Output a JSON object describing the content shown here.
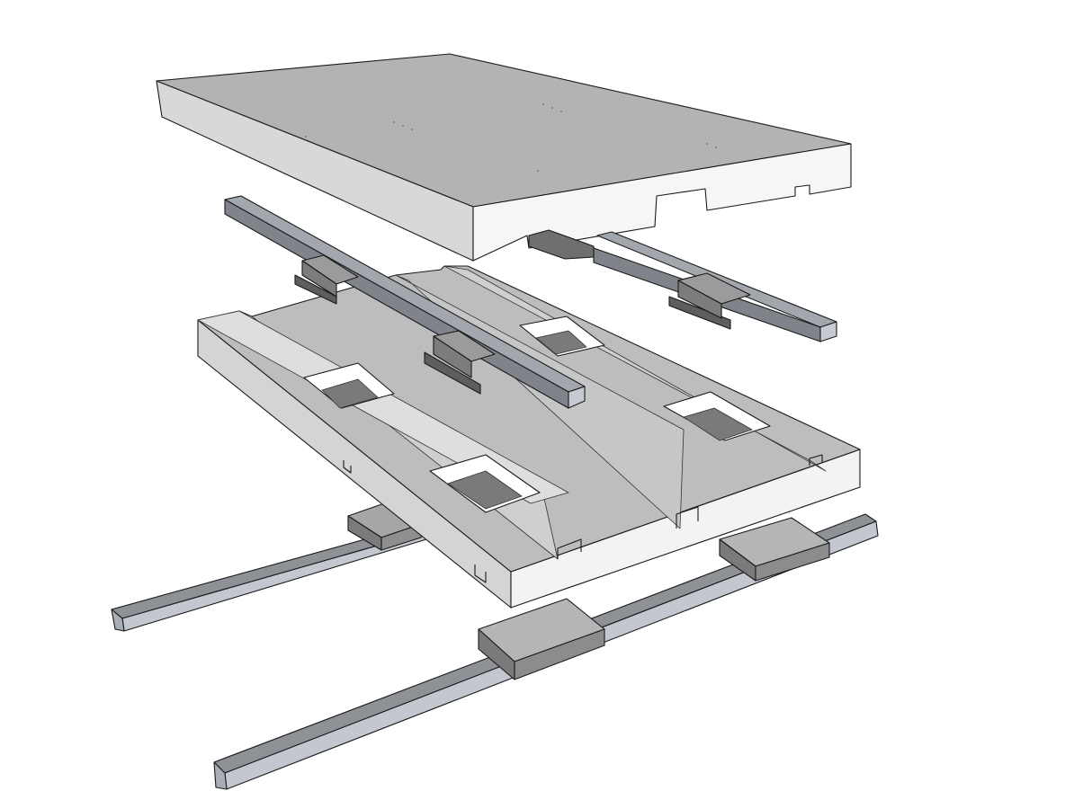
{
  "scene": {
    "description_kind": "exploded isometric assembly",
    "colors": {
      "background": "#ffffff",
      "plate_top": "#b4b4b4",
      "plate_side": "#d9d9d9",
      "plate_front": "#f2f2f2",
      "rail_top": "#9a9ea4",
      "rail_side": "#c9ccd3",
      "carriage_dark": "#6d6d6d",
      "carriage_light": "#a8a8a8",
      "pocket": "#7a7a7a",
      "edge": "#1a1a1a"
    },
    "icons": [
      "top-plate",
      "upper-rail-left",
      "upper-rail-right",
      "middle-plate",
      "lower-rail-left",
      "lower-rail-right"
    ]
  }
}
